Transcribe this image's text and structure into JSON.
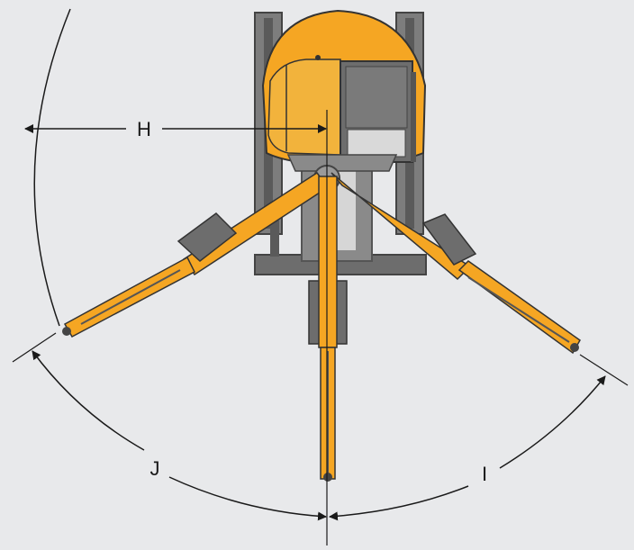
{
  "diagram": {
    "title": "",
    "labels": {
      "h": "H",
      "i": "I",
      "j": "J"
    }
  },
  "colors": {
    "background": "#e8e9eb",
    "machine_yellow": "#f5a623",
    "machine_yellow_dark": "#c98210",
    "track_gray": "#7d7d7d",
    "track_dark": "#4a4a4a",
    "cab_gray": "#6d6d6d",
    "cab_light": "#d9d9d9",
    "line": "#1a1a1a"
  }
}
